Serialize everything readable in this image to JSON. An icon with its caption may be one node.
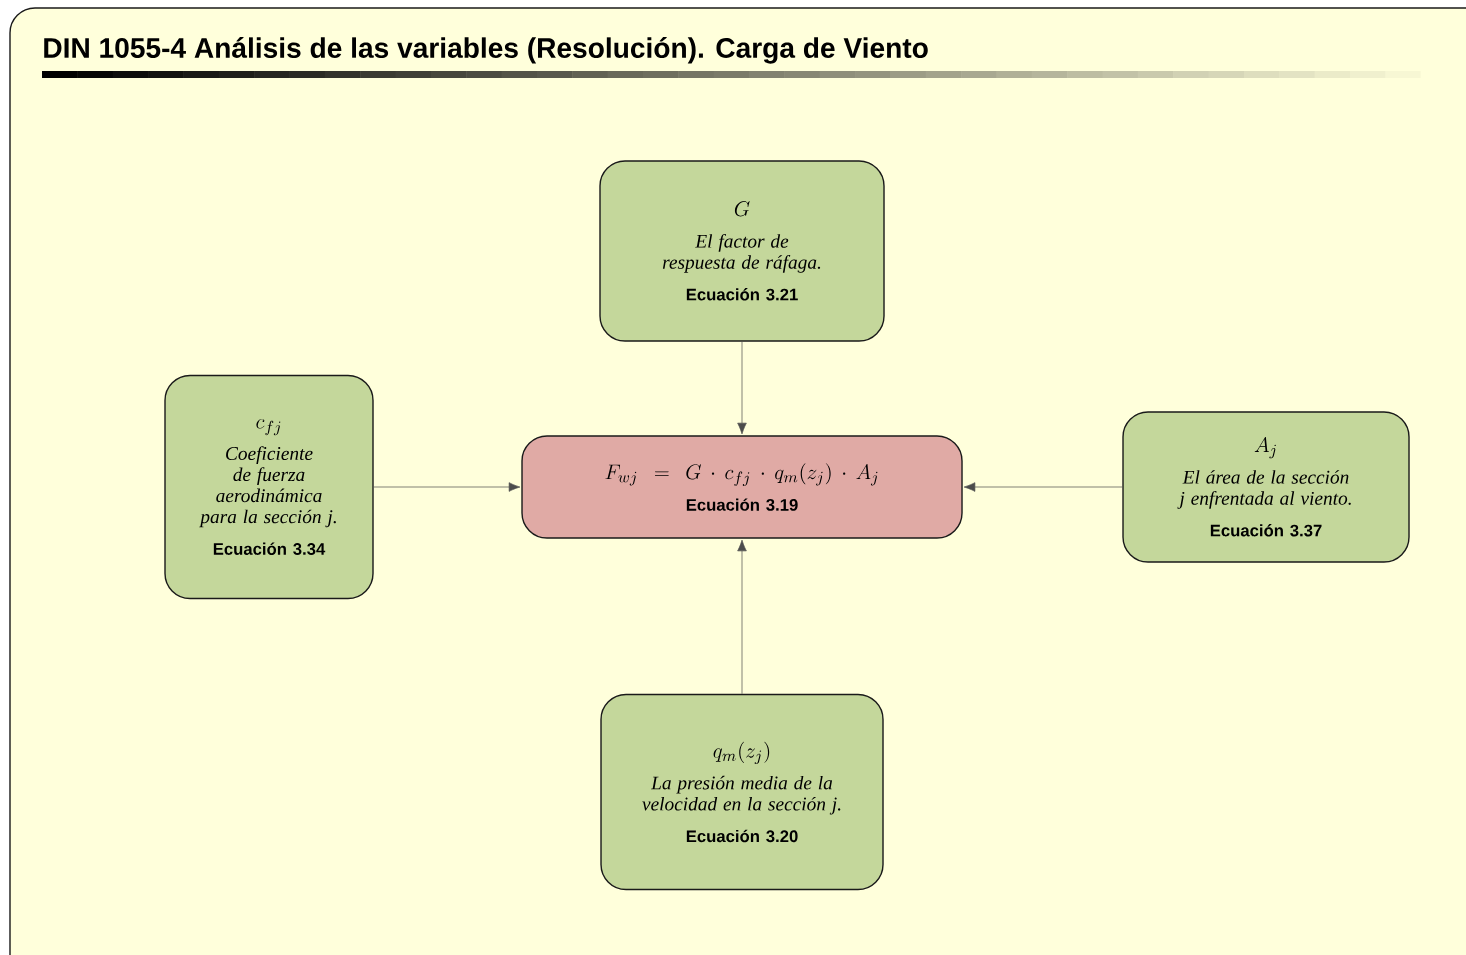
{
  "diagram": {
    "title": "DIN 1055-4 Análisis de las variables (Resolución). Carga de Viento",
    "nodes": [
      {
        "text": [
          "G",
          "El factor de respuesta de ráfaga.",
          "Ecuación 3.21"
        ]
      },
      {
        "text": [
          "c_{fj}",
          "Coeficiente de fuerza aerodinámica para la sección j.",
          "Ecuación 3.34"
        ]
      },
      {
        "text": [
          "F_{wj} = G \\cdot c_{fj} \\cdot q_{m}(z_{j}) \\cdot A_{j}",
          "Ecuación 3.19"
        ]
      },
      {
        "text": [
          "A_{j}",
          "El área de la sección j enfrentada al viento.",
          "Ecuación 3.37"
        ]
      },
      {
        "text": [
          "q_{m}(z_{j})",
          "La presión media de la velocidad en la sección j.",
          "Ecuación 3.20"
        ]
      }
    ],
    "edges": [
      {
        "from": 0,
        "to": 2,
        "arrow": "to"
      },
      {
        "from": 1,
        "to": 2,
        "arrow": "to"
      },
      {
        "from": 3,
        "to": 2,
        "arrow": "to"
      },
      {
        "from": 4,
        "to": 2,
        "arrow": "to"
      }
    ]
  }
}
